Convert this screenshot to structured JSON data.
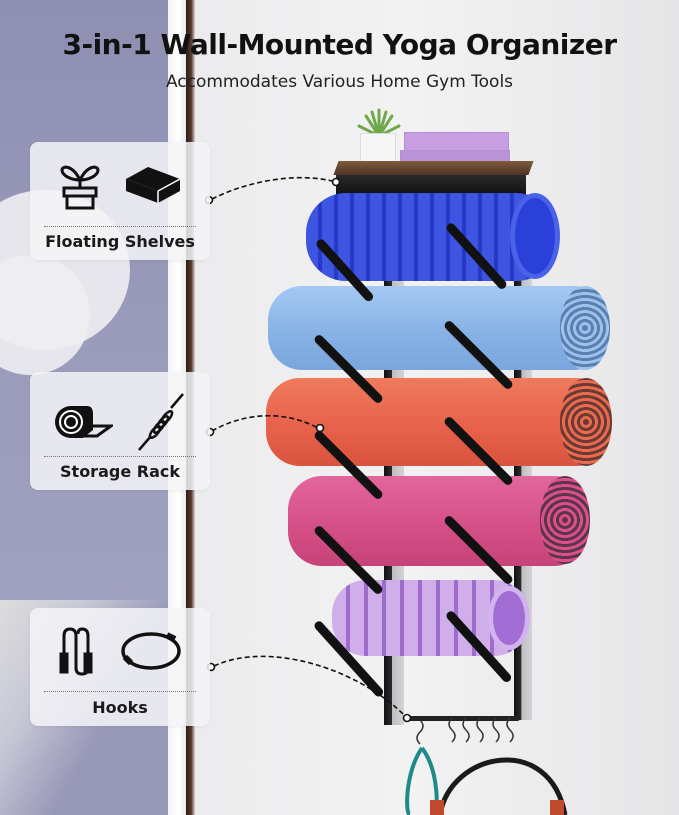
{
  "header": {
    "title": "3-in-1 Wall-Mounted Yoga Organizer",
    "subtitle": "Accommodates Various Home Gym Tools"
  },
  "features": [
    {
      "label": "Floating Shelves",
      "icons": [
        "plant-pot-icon",
        "yoga-block-icon"
      ]
    },
    {
      "label": "Storage Rack",
      "icons": [
        "rolled-mat-icon",
        "massage-roller-stick-icon"
      ]
    },
    {
      "label": "Hooks",
      "icons": [
        "jump-rope-icon",
        "pilates-ring-icon"
      ]
    }
  ],
  "product": {
    "items": [
      {
        "name": "blue foam roller",
        "color": "#3f56e0"
      },
      {
        "name": "light blue yoga mat",
        "color": "#8fb8e8"
      },
      {
        "name": "orange yoga mat",
        "color": "#ea6a4e"
      },
      {
        "name": "pink yoga mat",
        "color": "#dc4f8c"
      },
      {
        "name": "lavender foam roller",
        "color": "#c8a4e6"
      }
    ],
    "hook_count": 6
  },
  "colors": {
    "title": "#111111",
    "card_bg": "#f5f5f8",
    "rack": "#111111",
    "shelf_wood": "#6b4a32"
  }
}
